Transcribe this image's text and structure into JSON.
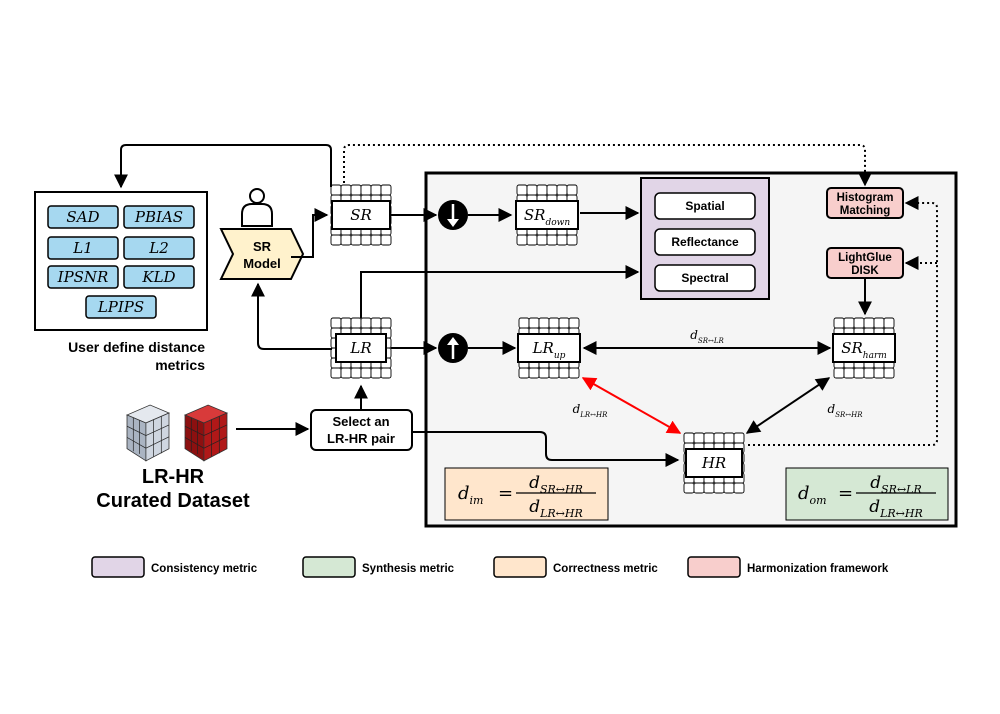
{
  "metrics_panel": {
    "items": [
      "SAD",
      "PBIAS",
      "L1",
      "L2",
      "IPSNR",
      "KLD",
      "LPIPS"
    ],
    "caption_line1": "User define distance",
    "caption_line2": "metrics"
  },
  "sr_model": {
    "line1": "SR",
    "line2": "Model"
  },
  "dataset": {
    "line1": "LR-HR",
    "line2": "Curated Dataset"
  },
  "select_pair": {
    "line1": "Select an",
    "line2": "LR-HR pair"
  },
  "grids": {
    "sr": {
      "base": "SR",
      "sub": ""
    },
    "lr": {
      "base": "LR",
      "sub": ""
    },
    "sr_down": {
      "base": "SR",
      "sub": "down"
    },
    "lr_up": {
      "base": "LR",
      "sub": "up"
    },
    "sr_harm": {
      "base": "SR",
      "sub": "harm"
    },
    "hr": {
      "base": "HR",
      "sub": ""
    }
  },
  "consistency_panel": {
    "items": [
      "Spatial",
      "Reflectance",
      "Spectral"
    ]
  },
  "harmonization": {
    "histogram_line1": "Histogram",
    "histogram_line2": "Matching",
    "lightglue_line1": "LightGlue",
    "lightglue_line2": "DISK"
  },
  "distances": {
    "sr_lr": {
      "base": "d",
      "sub": "SR↔LR"
    },
    "lr_hr": {
      "base": "d",
      "sub": "LR↔HR"
    },
    "sr_hr": {
      "base": "d",
      "sub": "SR↔HR"
    }
  },
  "formulas": {
    "im": {
      "lhs": "d",
      "lhs_sub": "im",
      "num_sub": "SR↔HR",
      "den_sub": "LR↔HR"
    },
    "om": {
      "lhs": "d",
      "lhs_sub": "om",
      "num_sub": "SR↔LR",
      "den_sub": "LR↔HR"
    }
  },
  "legend": [
    {
      "label": "Consistency metric",
      "color": "#e1d5e7"
    },
    {
      "label": "Synthesis metric",
      "color": "#d5e8d4"
    },
    {
      "label": "Correctness metric",
      "color": "#ffe6cc"
    },
    {
      "label": "Harmonization framework",
      "color": "#f8cecc"
    }
  ],
  "colors": {
    "metric_box": "#a6d8f0",
    "model_fill": "#fff2cc",
    "main_panel": "#f5f5f5",
    "red_arrow": "#ff0000",
    "cube_red": "#b01818",
    "cube_grey": "#c8d0dc"
  }
}
